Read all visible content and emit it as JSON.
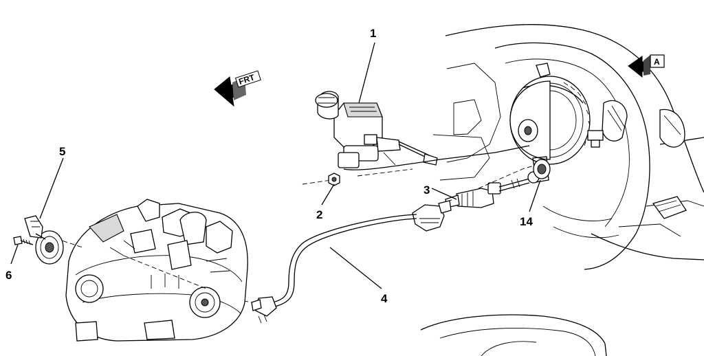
{
  "callouts": {
    "c1": "1",
    "c2": "2",
    "c3": "3",
    "c4": "4",
    "c5": "5",
    "c6": "6",
    "c14": "14"
  },
  "view_marker": {
    "label": "A"
  },
  "front_marker": {
    "label": "FRT"
  },
  "icons": [
    "view-arrow-icon",
    "front-direction-arrow-icon"
  ]
}
